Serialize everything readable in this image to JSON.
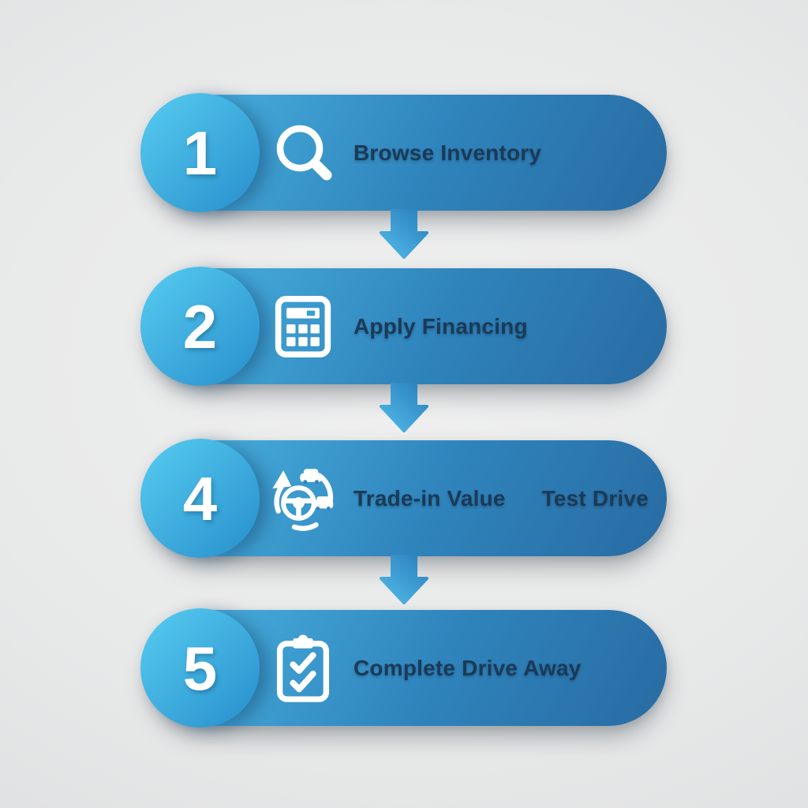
{
  "diagram": {
    "kind": "process-flow-infographic",
    "theme": "car buying steps",
    "steps": [
      {
        "number": "1",
        "icon": "search-icon",
        "labels": [
          "Browse Inventory"
        ]
      },
      {
        "number": "2",
        "icon": "calculator-icon",
        "labels": [
          "Apply Financing"
        ]
      },
      {
        "number": "4",
        "icon": "trade-in-steering-wheel-icon",
        "labels": [
          "Trade-in Value",
          "Test Drive"
        ]
      },
      {
        "number": "5",
        "icon": "clipboard-checklist-icon",
        "labels": [
          "Complete Drive Away"
        ]
      }
    ],
    "connector_icon": "down-arrow-icon",
    "connector_count": 3
  },
  "palette": {
    "background": "#e8e9e9",
    "pill_grad_start": "#4cb6e3",
    "pill_grad_mid": "#2f84bc",
    "pill_grad_end": "#296ba3",
    "circle_grad_start": "#53c8ee",
    "circle_grad_end": "#2b93cf",
    "arrow_light": "#52bbe9",
    "arrow_dark": "#2d83bf",
    "label_color": "#1b3a57",
    "number_color": "#ffffff",
    "icon_color": "#ffffff"
  }
}
